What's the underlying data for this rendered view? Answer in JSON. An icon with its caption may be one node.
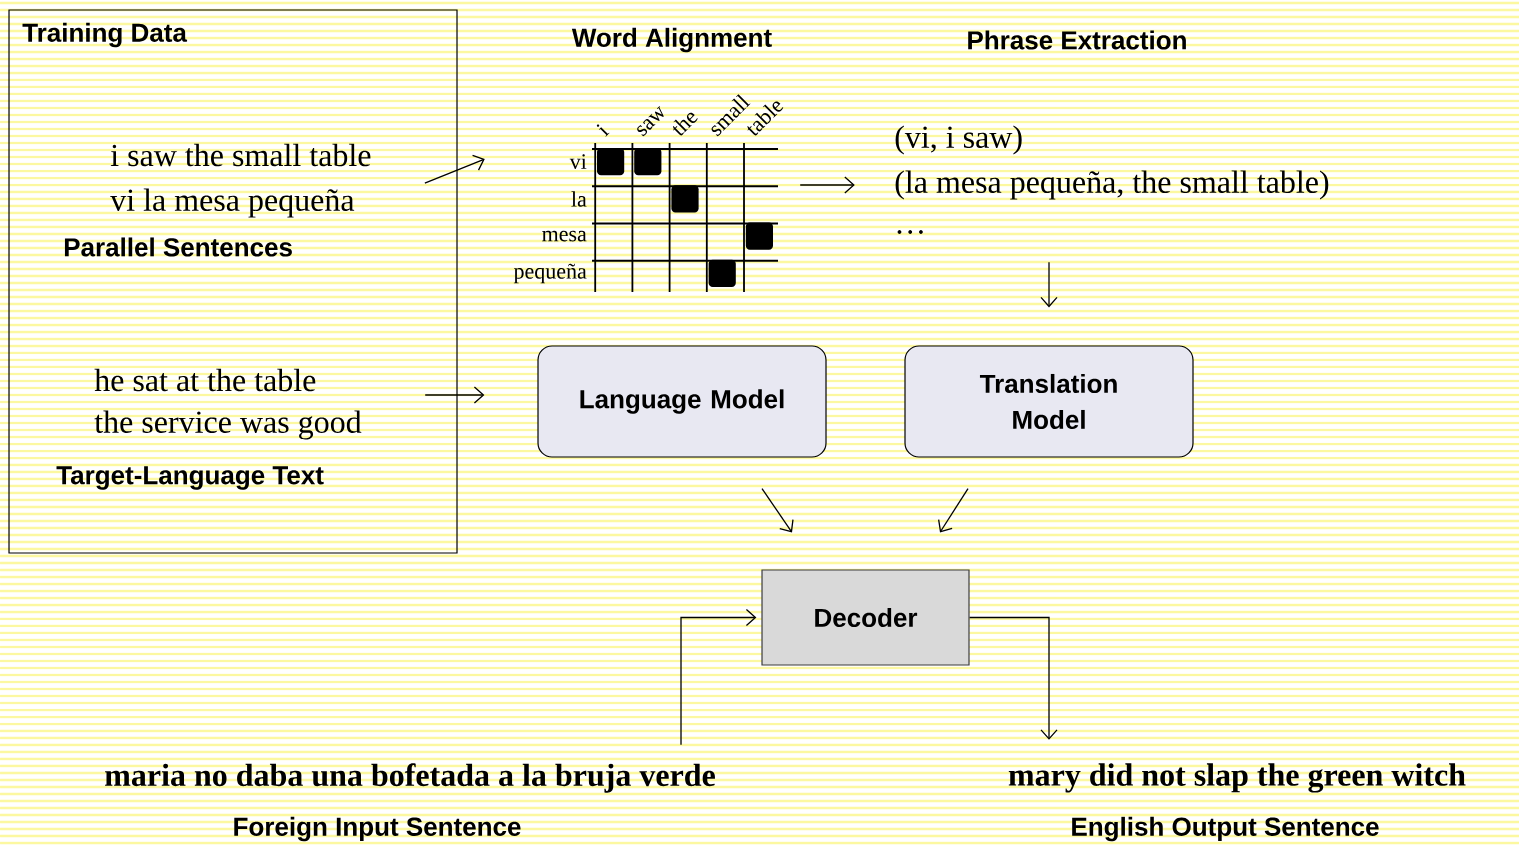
{
  "diagram": {
    "nodes": [
      {
        "text": [
          "Training Data"
        ]
      },
      {
        "text": [
          "i saw the small table",
          "vi la mesa pequeña",
          "Parallel Sentences"
        ],
        "in": 0
      },
      {
        "text": [
          "he sat at the table",
          "the service was good",
          "Target-Language Text"
        ],
        "in": 0
      },
      {
        "text": [
          "Word Alignment",
          "i",
          "saw",
          "the",
          "small",
          "table",
          "vi",
          "la",
          "mesa",
          "pequeña"
        ]
      },
      {
        "text": [
          "Phrase Extraction",
          "(vi, i saw)",
          "(la mesa pequeña, the small table)",
          "…"
        ]
      },
      {
        "text": [
          "Language Model"
        ]
      },
      {
        "text": [
          "Translation Model"
        ]
      },
      {
        "text": [
          "Decoder"
        ]
      },
      {
        "text": [
          "maria no daba una bofetada a la bruja verde",
          "Foreign Input Sentence"
        ]
      },
      {
        "text": [
          "mary did not slap the green witch",
          "English Output Sentence"
        ]
      }
    ],
    "edges": [
      {
        "from": 1,
        "to": 3,
        "arrow": "to"
      },
      {
        "from": 3,
        "to": 4,
        "arrow": "to"
      },
      {
        "from": 4,
        "to": 6,
        "arrow": "to"
      },
      {
        "from": 2,
        "to": 5,
        "arrow": "to"
      },
      {
        "from": 5,
        "to": 7,
        "arrow": "to"
      },
      {
        "from": 6,
        "to": 7,
        "arrow": "to"
      },
      {
        "from": 8,
        "to": 7,
        "arrow": "to"
      },
      {
        "from": 7,
        "to": 9,
        "arrow": "to"
      }
    ]
  }
}
